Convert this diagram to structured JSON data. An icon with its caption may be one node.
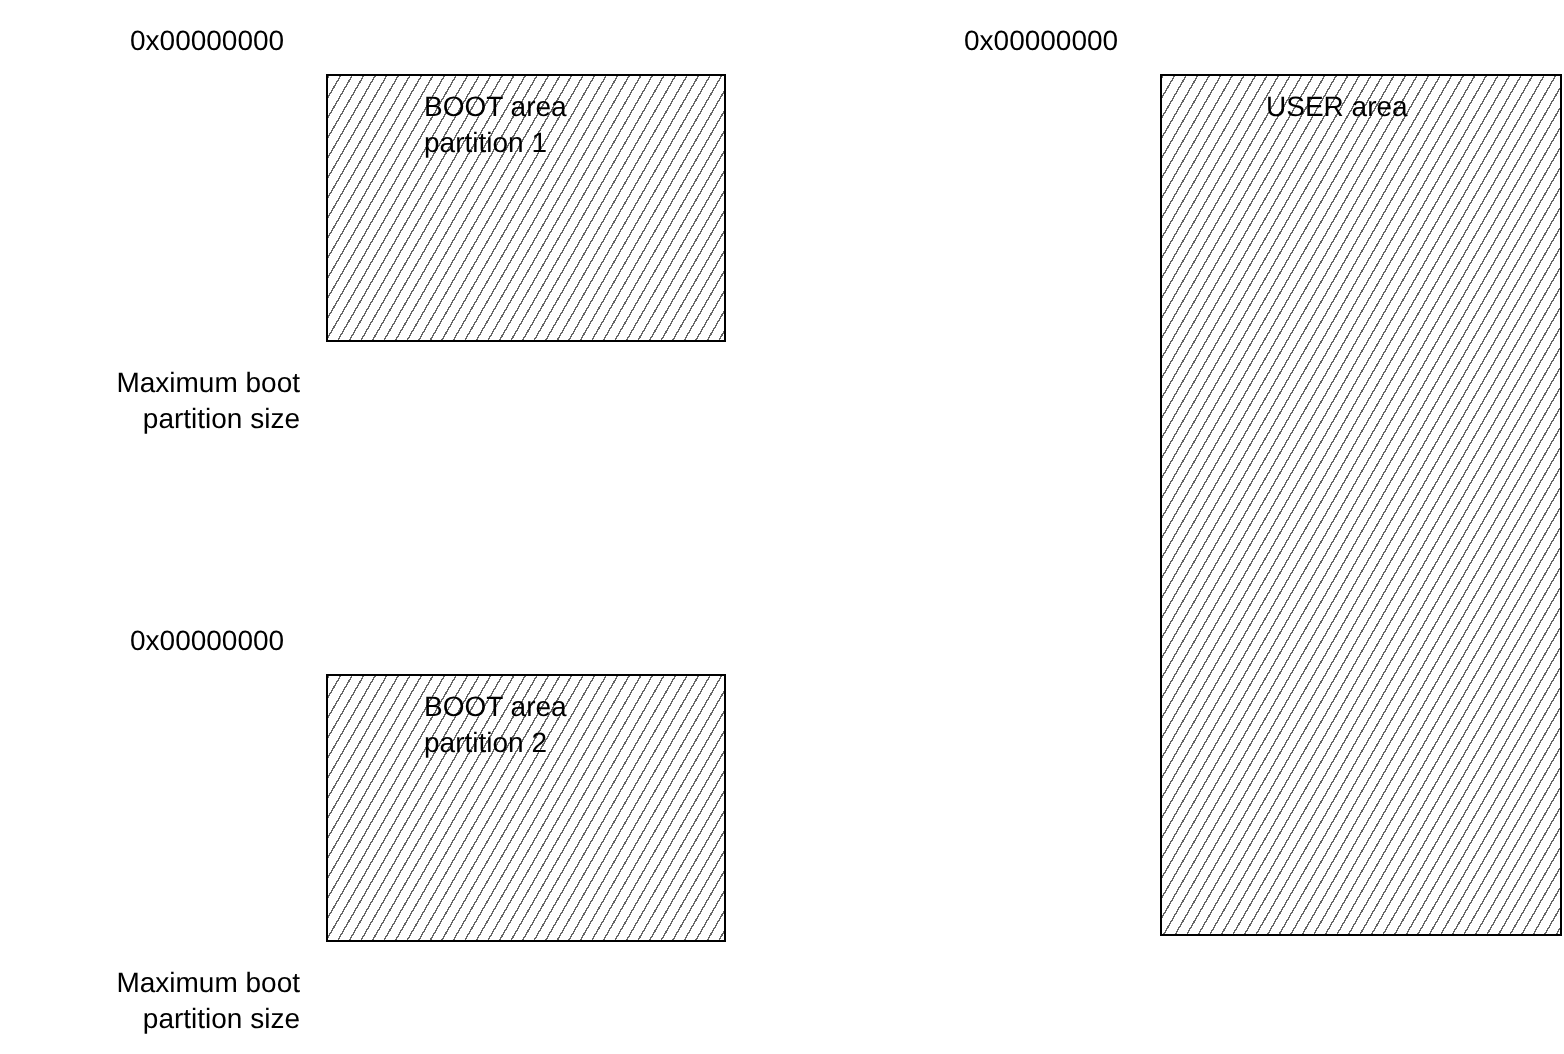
{
  "diagram": {
    "nodes": [
      {
        "text": [
          "BOOT area partition 1"
        ]
      },
      {
        "text": [
          "BOOT area partition 2"
        ]
      },
      {
        "text": [
          "USER area"
        ]
      }
    ],
    "labels": [
      "0x00000000",
      "0x00000000",
      "Maximum boot partition size",
      "0x00000000",
      "Maximum boot partition size"
    ]
  }
}
